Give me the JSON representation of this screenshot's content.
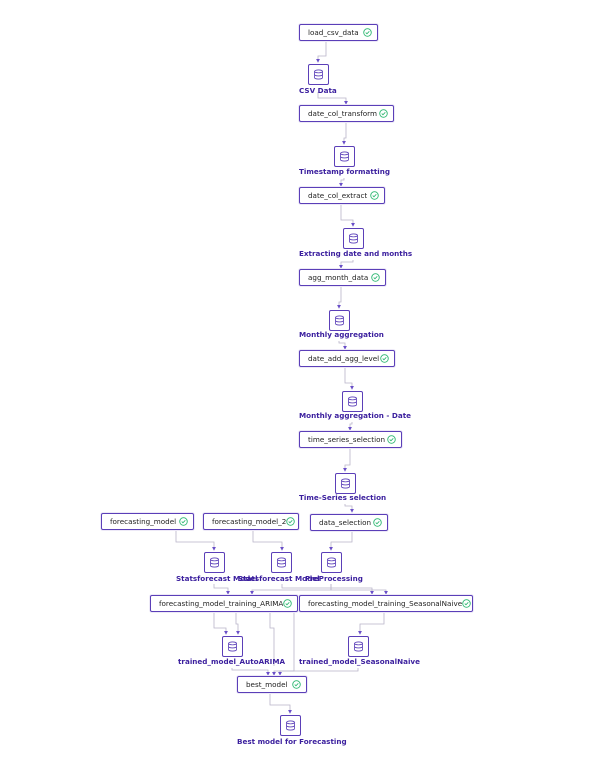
{
  "steps": {
    "load_csv_data": "load_csv_data",
    "date_col_transform": "date_col_transform",
    "date_col_extract": "date_col_extract",
    "agg_month_data": "agg_month_data",
    "date_add_agg_level": "date_add_agg_level",
    "time_series_selection": "time_series_selection",
    "forecasting_model": "forecasting_model",
    "forecasting_model_2": "forecasting_model_2",
    "data_selection": "data_selection",
    "forecasting_model_training_ARIMA": "forecasting_model_training_ARIMA",
    "forecasting_model_training_SeasonalNaive": "forecasting_model_training_SeasonalNaive",
    "best_model": "best_model"
  },
  "artifacts": {
    "csv_data": "CSV Data",
    "timestamp_formatting": "Timestamp formatting",
    "extracting_date_months": "Extracting date and months",
    "monthly_aggregation": "Monthly aggregation",
    "monthly_aggregation_date": "Monthly aggregation - Date",
    "time_series_selection": "Time-Series selection",
    "statsforecast_model_1": "Statsforecast Model",
    "statsforecast_model_2": "Statsforecast Model",
    "preprocessing": "PreProcessing",
    "trained_model_autoarima": "trained_model_AutoARIMA",
    "trained_model_seasonalnaive": "trained_model_SeasonalNaive",
    "best_model_forecasting": "Best model for Forecasting"
  },
  "colors": {
    "border": "#5b3fb8",
    "label": "#3b1f9e",
    "edge": "#b9b4c9",
    "arrow": "#6a4fc8",
    "check": "#2eb872"
  }
}
